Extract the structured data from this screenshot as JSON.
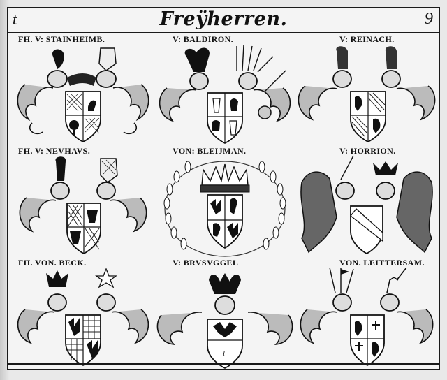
{
  "page": {
    "left_marker": "t",
    "title": "Freÿherren.",
    "page_number": "9",
    "ink_color": "#111111",
    "paper_color": "#f4f4f4"
  },
  "arms": [
    {
      "label": "FH. V: STAINHEIMB.",
      "shield": "quartered-checky-with-cock-and-tree",
      "helmets": 2,
      "crests": [
        "cock-crest",
        "plumed-wing-crest"
      ]
    },
    {
      "label": "V: BALDIRON.",
      "shield": "quartered-towers-and-crowns",
      "helmets": 2,
      "crests": [
        "bird-demi-crest",
        "trophy-of-arms-crest"
      ]
    },
    {
      "label": "V: REINACH.",
      "shield": "quartered-with-lions-and-bends",
      "helmets": 2,
      "crests": [
        "lion-crest",
        "lion-crest"
      ]
    },
    {
      "label": "FH. V: NEVHAVS.",
      "shield": "quartered-lozengy-and-eagle",
      "helmets": 2,
      "crests": [
        "feather-crest",
        "lozengy-wing-crest"
      ]
    },
    {
      "label": "VON: BLEIJMAN.",
      "shield": "quartered-eagles-and-lions-in-laurel-wreath",
      "helmets": 0,
      "crests": [
        "coronet"
      ]
    },
    {
      "label": "V: HORRION.",
      "shield": "bend-with-griffin-supporters",
      "helmets": 2,
      "crests": [
        "arm-with-sword-crest",
        "double-eagle-crest"
      ]
    },
    {
      "label": "FH. VON. BECK.",
      "shield": "quartered-eagle-and-checky",
      "helmets": 2,
      "crests": [
        "eagle-crest",
        "star-crest"
      ]
    },
    {
      "label": "V: BRVSVGGEL",
      "shield": "eagle-in-chief-plain-base",
      "helmets": 1,
      "crests": [
        "eagle-with-bird-crest"
      ]
    },
    {
      "label": "VON. LEITTERSAM.",
      "shield": "quartered-lions-and-crosses",
      "helmets": 2,
      "crests": [
        "banners-crest",
        "arm-with-sword-crest"
      ]
    }
  ]
}
